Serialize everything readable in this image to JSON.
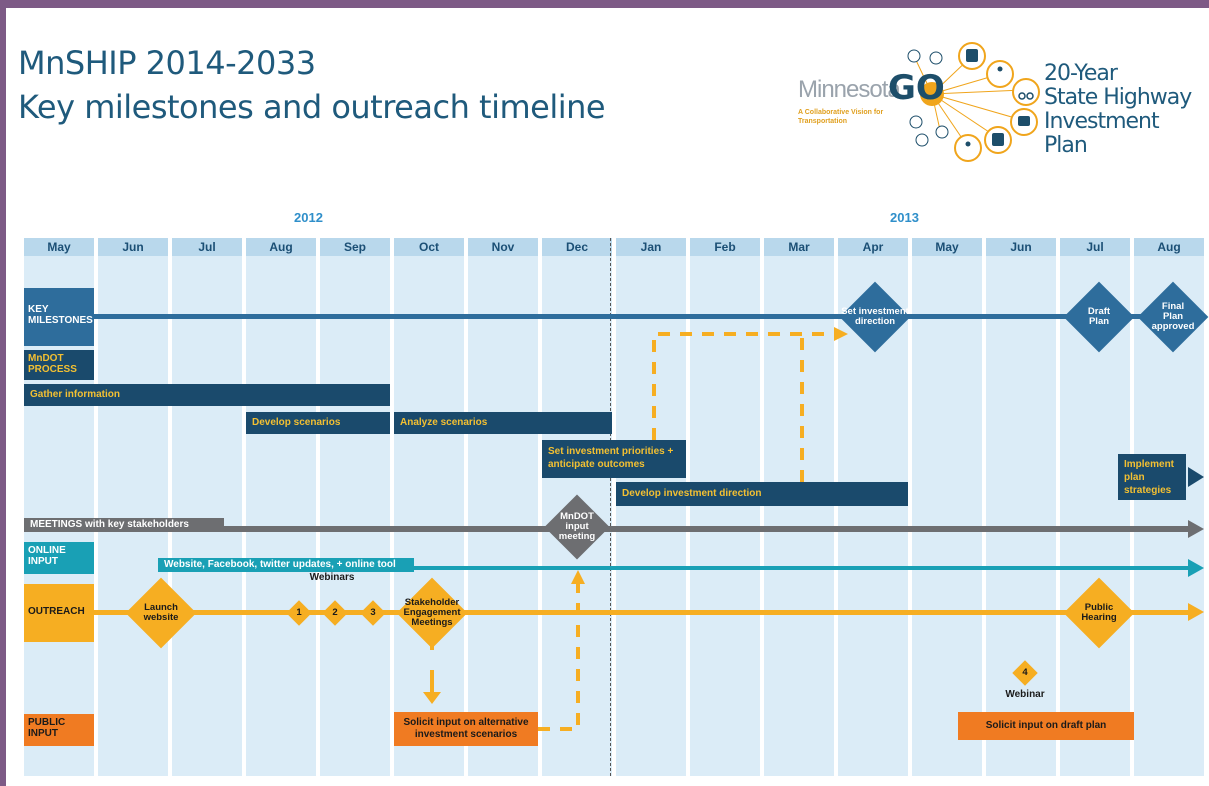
{
  "header": {
    "title_line1": "MnSHIP 2014-2033",
    "title_line2": "Key milestones and outreach timeline"
  },
  "logo": {
    "minnesota": "Minnesota",
    "go": "GO",
    "tagline": "A Collaborative Vision for Transportation",
    "plan_line1": "20-Year",
    "plan_line2": "State Highway",
    "plan_line3": "Investment Plan"
  },
  "timeline": {
    "years": [
      "2012",
      "2013"
    ],
    "months": [
      "May",
      "Jun",
      "Jul",
      "Aug",
      "Sep",
      "Oct",
      "Nov",
      "Dec",
      "Jan",
      "Feb",
      "Mar",
      "Apr",
      "May",
      "Jun",
      "Jul",
      "Aug"
    ],
    "rows": {
      "key_milestones": "KEY MILESTONES",
      "mndot_process": "MnDOT PROCESS",
      "meetings": "MEETINGS with key stakeholders",
      "online_input": "ONLINE INPUT",
      "outreach": "OUTREACH",
      "public_input": "PUBLIC INPUT"
    },
    "process_bars": {
      "gather": "Gather information",
      "develop_scenarios": "Develop scenarios",
      "analyze_scenarios": "Analyze scenarios",
      "set_priorities_1": "Set investment priorities +",
      "set_priorities_2": "anticipate outcomes",
      "develop_direction": "Develop investment direction",
      "implement_1": "Implement",
      "implement_2": "plan",
      "implement_3": "strategies"
    },
    "milestones": {
      "set_direction": "Set investment direction",
      "draft_plan": "Draft Plan",
      "final_plan": "Final Plan approved"
    },
    "meeting_diamond": "MnDOT input meeting",
    "online_tools": "Website, Facebook, twitter updates, + online tool",
    "outreach": {
      "launch": "Launch website",
      "webinars_label": "Webinars",
      "webinar_numbers": [
        "1",
        "2",
        "3"
      ],
      "stakeholder": "Stakeholder Engagement Meetings",
      "public_hearing": "Public Hearing",
      "webinar4_number": "4",
      "webinar4_label": "Webinar"
    },
    "public_input": {
      "alternative_1": "Solicit input on alternative",
      "alternative_2": "investment scenarios",
      "draft": "Solicit input on draft plan"
    }
  },
  "colors": {
    "navy": "#1a4a6c",
    "milestone_blue": "#2e6d9c",
    "gray": "#6d6e71",
    "teal": "#19a0b5",
    "gold": "#f6ae22",
    "orange": "#f07b22",
    "month_bg": "#dbecf7"
  }
}
